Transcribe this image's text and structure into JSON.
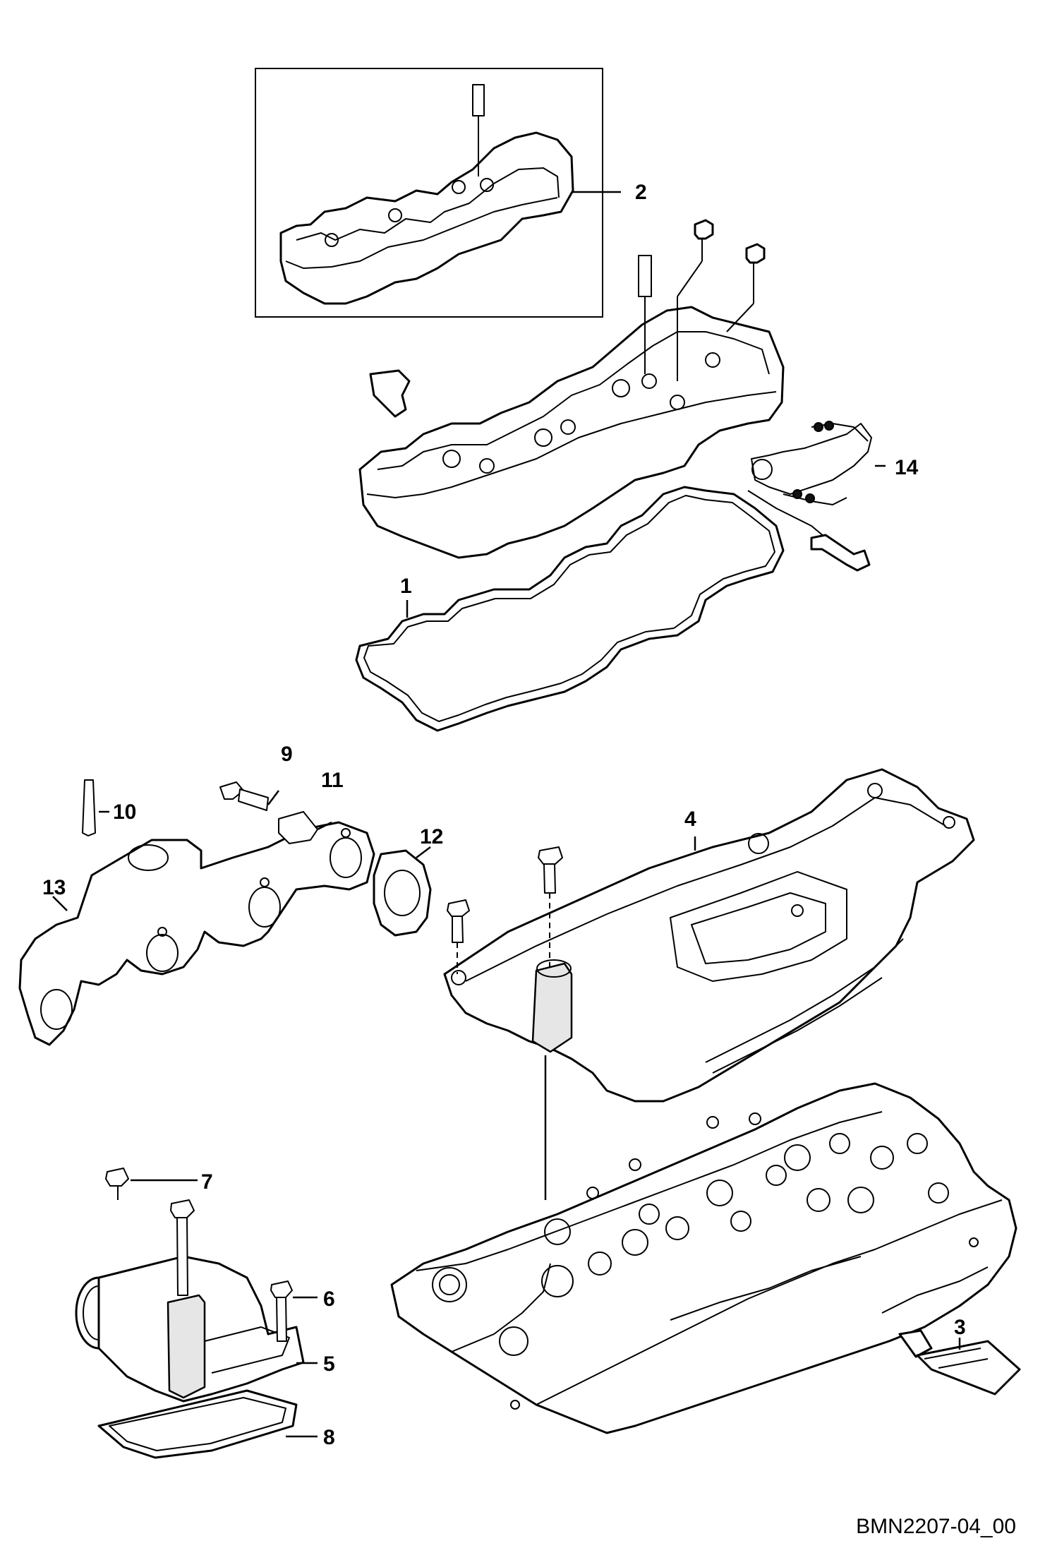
{
  "callouts": {
    "c1": "1",
    "c2": "2",
    "c3": "3",
    "c4": "4",
    "c5": "5",
    "c6": "6",
    "c7": "7",
    "c8": "8",
    "c9": "9",
    "c10": "10",
    "c11": "11",
    "c12": "12",
    "c13": "13",
    "c14": "14"
  },
  "reference": "BMN2207-04_00"
}
